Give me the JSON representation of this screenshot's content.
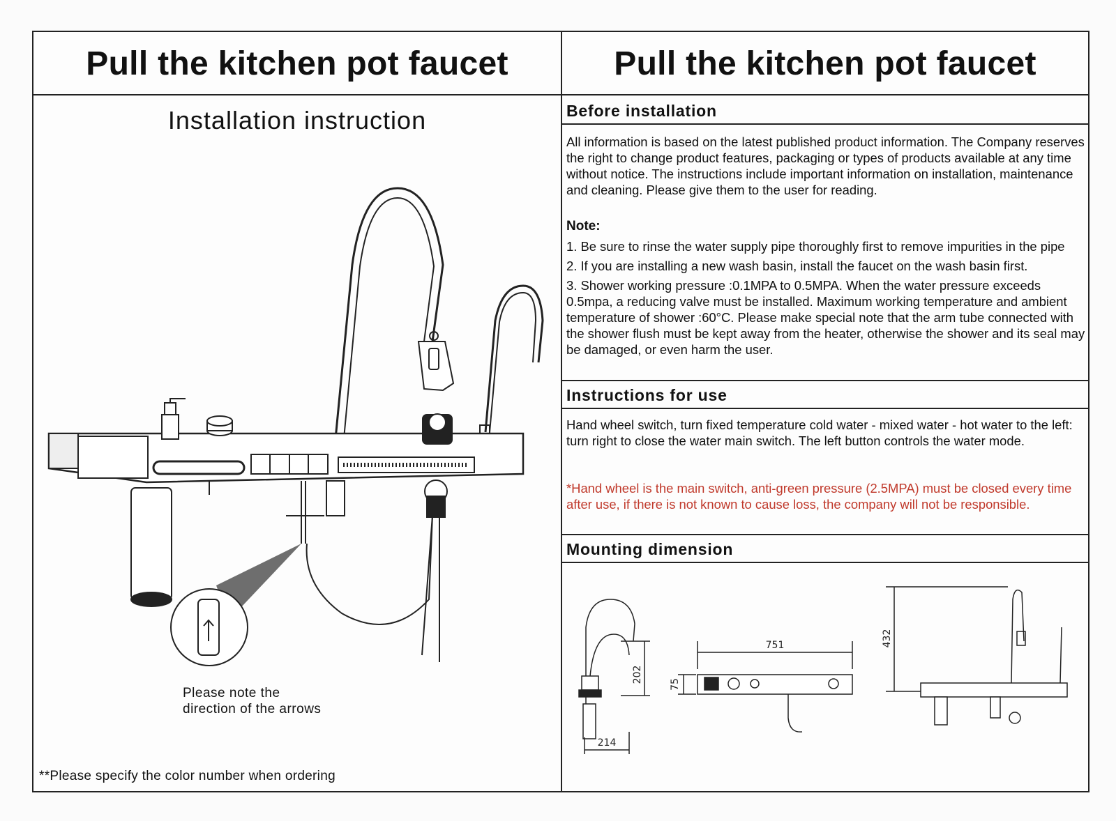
{
  "header": {
    "left_title": "Pull the kitchen pot faucet",
    "right_title": "Pull the kitchen pot faucet"
  },
  "left_panel": {
    "subtitle": "Installation instruction",
    "caption": [
      "Please note the",
      "direction of the arrows"
    ],
    "footnote": "**Please specify the color number when ordering"
  },
  "right_panel": {
    "before": {
      "heading": "Before installation",
      "body": "All information is based on the latest published product information. The Company reserves the right to change product features, packaging or types of products available at any time without notice. The instructions include important information on installation, maintenance and cleaning. Please give them to the user for reading.",
      "note_label": "Note:",
      "notes": [
        "1. Be sure to rinse the water supply pipe thoroughly first to remove impurities in the pipe",
        "2. If you are installing a new wash basin, install the faucet on the wash basin first.",
        "3. Shower working pressure :0.1MPA to 0.5MPA. When the water pressure exceeds 0.5mpa, a reducing valve must be installed. Maximum working temperature and ambient temperature of shower :60°C. Please make special note that the arm tube connected with the shower flush must be kept away from the heater, otherwise the shower and its seal may be damaged, or even harm the user."
      ]
    },
    "use": {
      "heading": "Instructions for use",
      "body": "Hand wheel switch, turn fixed temperature cold water - mixed water - hot water to the left: turn right to close the water main switch. The left button controls the water mode.",
      "warning": "*Hand wheel is the main switch, anti-green pressure (2.5MPA) must be closed every time after use, if there is not known to cause loss, the company will not be responsible."
    },
    "mounting": {
      "heading": "Mounting dimension",
      "dims": {
        "d202": "202",
        "d214": "214",
        "d75": "75",
        "d751": "751",
        "d432": "432"
      }
    }
  },
  "colors": {
    "line": "#222222",
    "warning": "#c0392b"
  }
}
